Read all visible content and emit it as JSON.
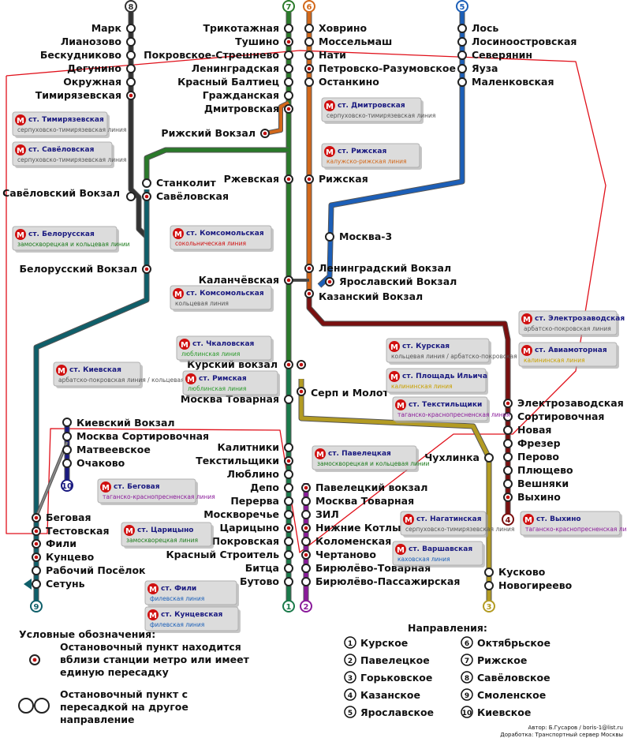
{
  "colors": {
    "line1": "#1a7a4a",
    "line2": "#8a1a9a",
    "line3": "#b39b22",
    "line4": "#7a1010",
    "line5": "#1c5fb8",
    "line6": "#d2681a",
    "line7": "#2a7a2a",
    "line8": "#333333",
    "line9": "#0f5f6a",
    "line10": "#1a1a80",
    "ring": "#e0101a",
    "pink": "#e8106a"
  },
  "stations": {
    "l8": [
      "Марк",
      "Лианозово",
      "Бескудниково",
      "Дегунино",
      "Окружная",
      "Тимирязевская"
    ],
    "l7": [
      "Трикотажная",
      "Тушино",
      "Покровское-Стрешнево",
      "Ленинградская",
      "Красный Балтиец",
      "Гражданская",
      "Дмитровская"
    ],
    "l6": [
      "Ховрино",
      "Моссельмаш",
      "Нати",
      "Петровско-Разумовское",
      "Останкино"
    ],
    "l5": [
      "Лось",
      "Лосиноостровская",
      "Северянин",
      "Яуза",
      "Маленковская"
    ],
    "rizhsky_vokzal": "Рижский Вокзал",
    "stankolit": "Станколит",
    "savelovskaya": "Савёловская",
    "savelovsky_vokzal": "Савёловский Вокзал",
    "rzhevskaya_left": "Ржевская",
    "rizhskaya": "Рижская",
    "moskva3": "Москва-3",
    "belorussky": "Белорусский Вокзал",
    "kalanchevskaya": "Каланчёвская",
    "leningradsky": "Ленинградский Вокзал",
    "yaroslavsky": "Ярославский Вокзал",
    "kazansky": "Казанский Вокзал",
    "kursky": "Курский вокзал",
    "serp_molot": "Серп и Молот",
    "moskva_tovarnaya_kursk": "Москва Товарная",
    "kievsky": "Киевский Вокзал",
    "l10": [
      "Москва Сортировочная",
      "Матвеевское",
      "Очаково"
    ],
    "l4": [
      "Электрозаводская",
      "Сортировочная",
      "Новая",
      "Фрезер",
      "Перово",
      "Плющево",
      "Вешняки",
      "Выхино"
    ],
    "l1": [
      "Калитники",
      "Текстильщики",
      "Люблино",
      "Депо",
      "Перерва",
      "Москворечье",
      "Царицыно",
      "Покровская",
      "Красный Строитель",
      "Битца",
      "Бутово"
    ],
    "l2": [
      "Павелецкий вокзал",
      "Москва Товарная",
      "ЗИЛ",
      "Нижние Котлы",
      "Коломенская",
      "Чертаново",
      "Бирюлёво-Товарная",
      "Бирюлёво-Пассажирская"
    ],
    "chukhlinka": "Чухлинка",
    "l3_end": [
      "Кусково",
      "Новогиреево"
    ],
    "l9": [
      "Беговая",
      "Тестовская",
      "Фили",
      "Кунцево",
      "Рабочий Посёлок",
      "Сетунь"
    ]
  },
  "line_numbers": [
    "①",
    "②",
    "③",
    "④",
    "⑤",
    "⑥",
    "⑦",
    "⑧",
    "⑨",
    "⑩"
  ],
  "metro_boxes": [
    {
      "station": "ст. Тимирязевская",
      "line_text": "серпуховско-тимирязевская линия",
      "accent": "",
      "accent_color": ""
    },
    {
      "station": "ст. Савёловская",
      "line_text": "серпуховско-тимирязевская линия",
      "accent": "",
      "accent_color": ""
    },
    {
      "station": "ст. Белорусская",
      "line_text": "замоскворецкая и кольцевая линии",
      "accent": "замоскворецкая",
      "accent_color": "#1a7a1a"
    },
    {
      "station": "ст. Дмитровская",
      "line_text": "серпуховско-тимирязевская линия",
      "accent": "",
      "accent_color": ""
    },
    {
      "station": "ст. Рижская",
      "line_text": "калужско-рижская линия",
      "accent": "калужско-рижская",
      "accent_color": "#d2681a"
    },
    {
      "station": "ст. Комсомольская",
      "line_text": "сокольническая линия",
      "accent": "сокольническая",
      "accent_color": "#d01010"
    },
    {
      "station": "ст. Комсомольская",
      "line_text": "кольцевая линия",
      "accent": "",
      "accent_color": ""
    },
    {
      "station": "ст. Электрозаводская",
      "line_text": "арбатско-покровская линия",
      "accent": "",
      "accent_color": ""
    },
    {
      "station": "ст. Чкаловская",
      "line_text": "люблинская линия",
      "accent": "люблинская",
      "accent_color": "#2a9a2a"
    },
    {
      "station": "ст. Курская",
      "line_text": "кольцевая линия / арбатско-покровская линия",
      "accent": "",
      "accent_color": ""
    },
    {
      "station": "ст. Авиамоторная",
      "line_text": "калининская линия",
      "accent": "калининская",
      "accent_color": "#c8a000"
    },
    {
      "station": "ст. Киевская",
      "line_text": "арбатско-покровская линия / кольцевая линия / филевская линия",
      "accent": "",
      "accent_color": ""
    },
    {
      "station": "ст. Римская",
      "line_text": "люблинская линия",
      "accent": "люблинская",
      "accent_color": "#2a9a2a"
    },
    {
      "station": "ст. Площадь Ильича",
      "line_text": "калининская линия",
      "accent": "калининская",
      "accent_color": "#c8a000"
    },
    {
      "station": "ст. Текстильщики",
      "line_text": "таганско-краснопресненская линия",
      "accent": "таганско-краснопресненская",
      "accent_color": "#8a1a9a"
    },
    {
      "station": "ст. Павелецкая",
      "line_text": "замоскворецкая и кольцевая линии",
      "accent": "замоскворецкая",
      "accent_color": "#1a7a1a"
    },
    {
      "station": "ст. Беговая",
      "line_text": "таганско-краснопресненская линия",
      "accent": "таганско-краснопресненская",
      "accent_color": "#8a1a9a"
    },
    {
      "station": "ст. Нагатинская",
      "line_text": "серпуховско-тимирязевская линия",
      "accent": "",
      "accent_color": ""
    },
    {
      "station": "ст. Выхино",
      "line_text": "таганско-краснопресненская линия",
      "accent": "таганско-краснопресненская",
      "accent_color": "#8a1a9a"
    },
    {
      "station": "ст. Царицыно",
      "line_text": "замоскворецкая линия",
      "accent": "замоскворецкая",
      "accent_color": "#1a7a1a"
    },
    {
      "station": "ст. Варшавская",
      "line_text": "каховская линия",
      "accent": "каховская",
      "accent_color": "#1a5fb8"
    },
    {
      "station": "ст. Фили",
      "line_text": "филевская линия",
      "accent": "филевская",
      "accent_color": "#1a5fb8"
    },
    {
      "station": "ст. Кунцевская",
      "line_text": "филевская линия",
      "accent": "филевская",
      "accent_color": "#1a5fb8"
    }
  ],
  "legend": {
    "title": "Условные обозначения:",
    "item1": "Остановочный пункт находится вблизи станции метро или имеет единую пересадку",
    "item2": "Остановочный пункт с пересадкой на другое направление"
  },
  "directions": {
    "title": "Направления:",
    "items": [
      "Курское",
      "Павелецкое",
      "Горьковское",
      "Казанское",
      "Ярославское",
      "Октябрьское",
      "Рижское",
      "Савёловское",
      "Смоленское",
      "Киевское"
    ]
  },
  "credits": {
    "author": "Автор: Б.Гусаров / boris-1@list.ru",
    "revision": "Доработка: Транспортный сервер Москвы"
  }
}
